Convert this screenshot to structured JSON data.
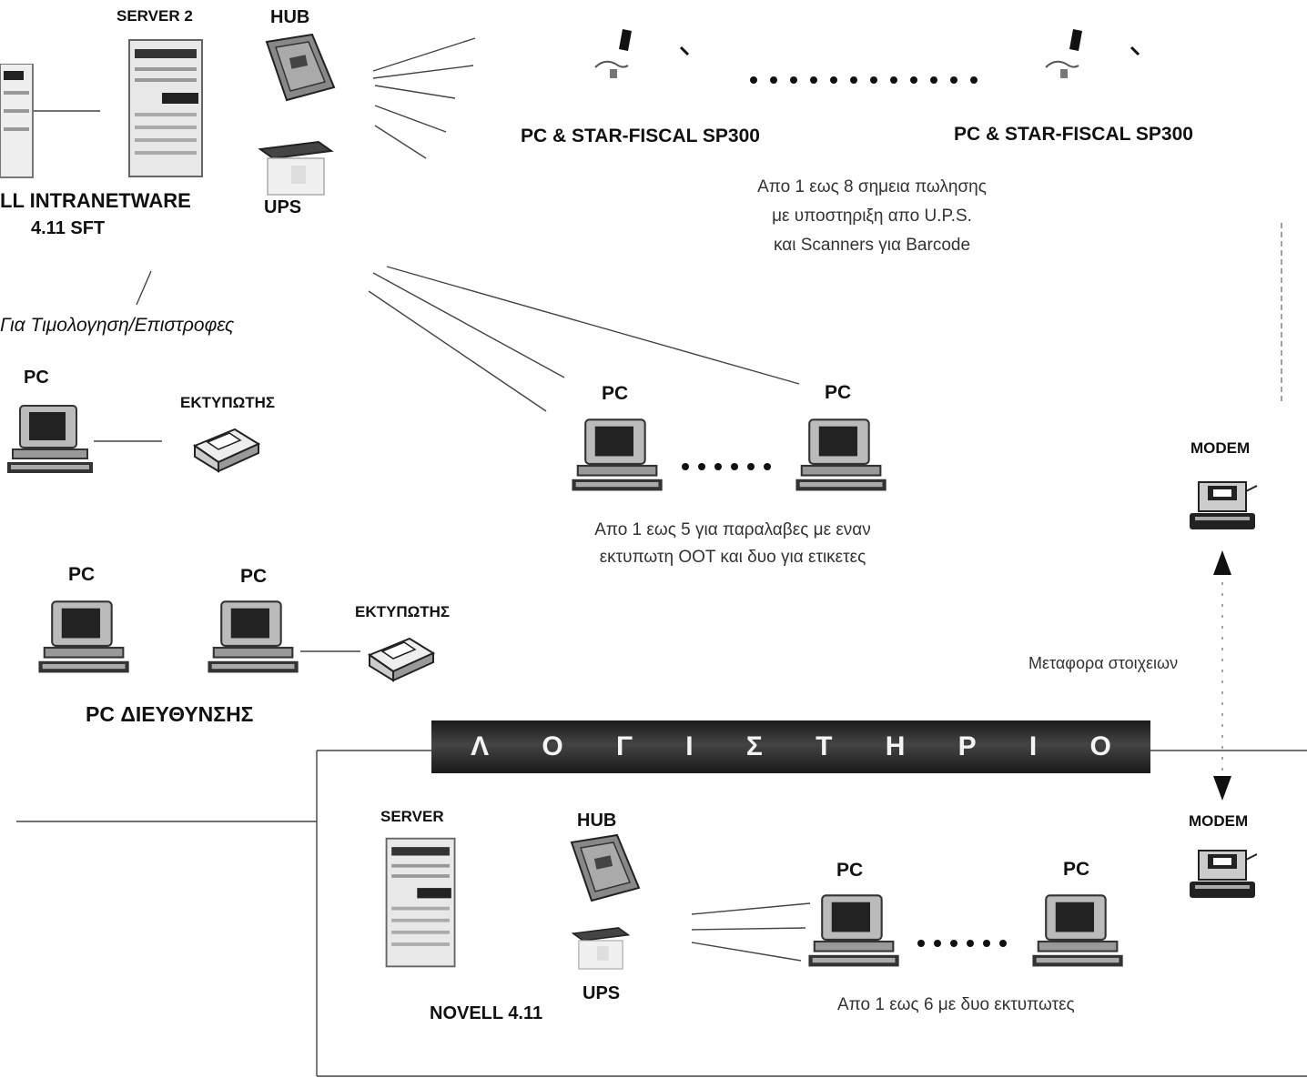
{
  "top": {
    "server2_label": "SERVER 2",
    "hub_label": "HUB",
    "ups_label": "UPS",
    "intranetware_line1": "LL INTRANETWARE",
    "intranetware_line2": "4.11 SFT",
    "invoicing_label": "Για Τιμολογηση/Επιστροφες",
    "pos_label_1": "PC & STAR-FISCAL SP300",
    "pos_label_2": "PC & STAR-FISCAL SP300",
    "pos_caption": [
      "Απο 1 εως 8 σημεια πωλησης",
      "με υποστηριξη απο U.P.S.",
      "και Scanners για Barcode"
    ]
  },
  "left": {
    "pc_label": "PC",
    "printer_label": "ΕΚΤΥΠΩΤΗΣ"
  },
  "middle": {
    "pc_label_1": "PC",
    "pc_label_2": "PC",
    "caption": [
      "Απο 1 εως 5 για παραλαβες με εναν",
      "εκτυπωτη ΟΟΤ και δυο για ετικετες"
    ]
  },
  "management": {
    "pc_label_1": "PC",
    "pc_label_2": "PC",
    "printer_label": "ΕΚΤΥΠΩΤΗΣ",
    "title": "PC ΔΙΕΥΘΥΝΣΗΣ"
  },
  "modem": {
    "top_label": "MODEM",
    "bottom_label": "MODEM",
    "transfer_label": "Μεταφορα στοιχειων"
  },
  "banner": {
    "letters": [
      "Λ",
      "Ο",
      "Γ",
      "Ι",
      "Σ",
      "Τ",
      "Η",
      "Ρ",
      "Ι",
      "Ο"
    ]
  },
  "bottom": {
    "server_label": "SERVER",
    "hub_label": "HUB",
    "ups_label": "UPS",
    "novell_label": "NOVELL 4.11",
    "pc_label_1": "PC",
    "pc_label_2": "PC",
    "caption": "Απο 1 εως 6 με δυο εκτυπωτες"
  }
}
